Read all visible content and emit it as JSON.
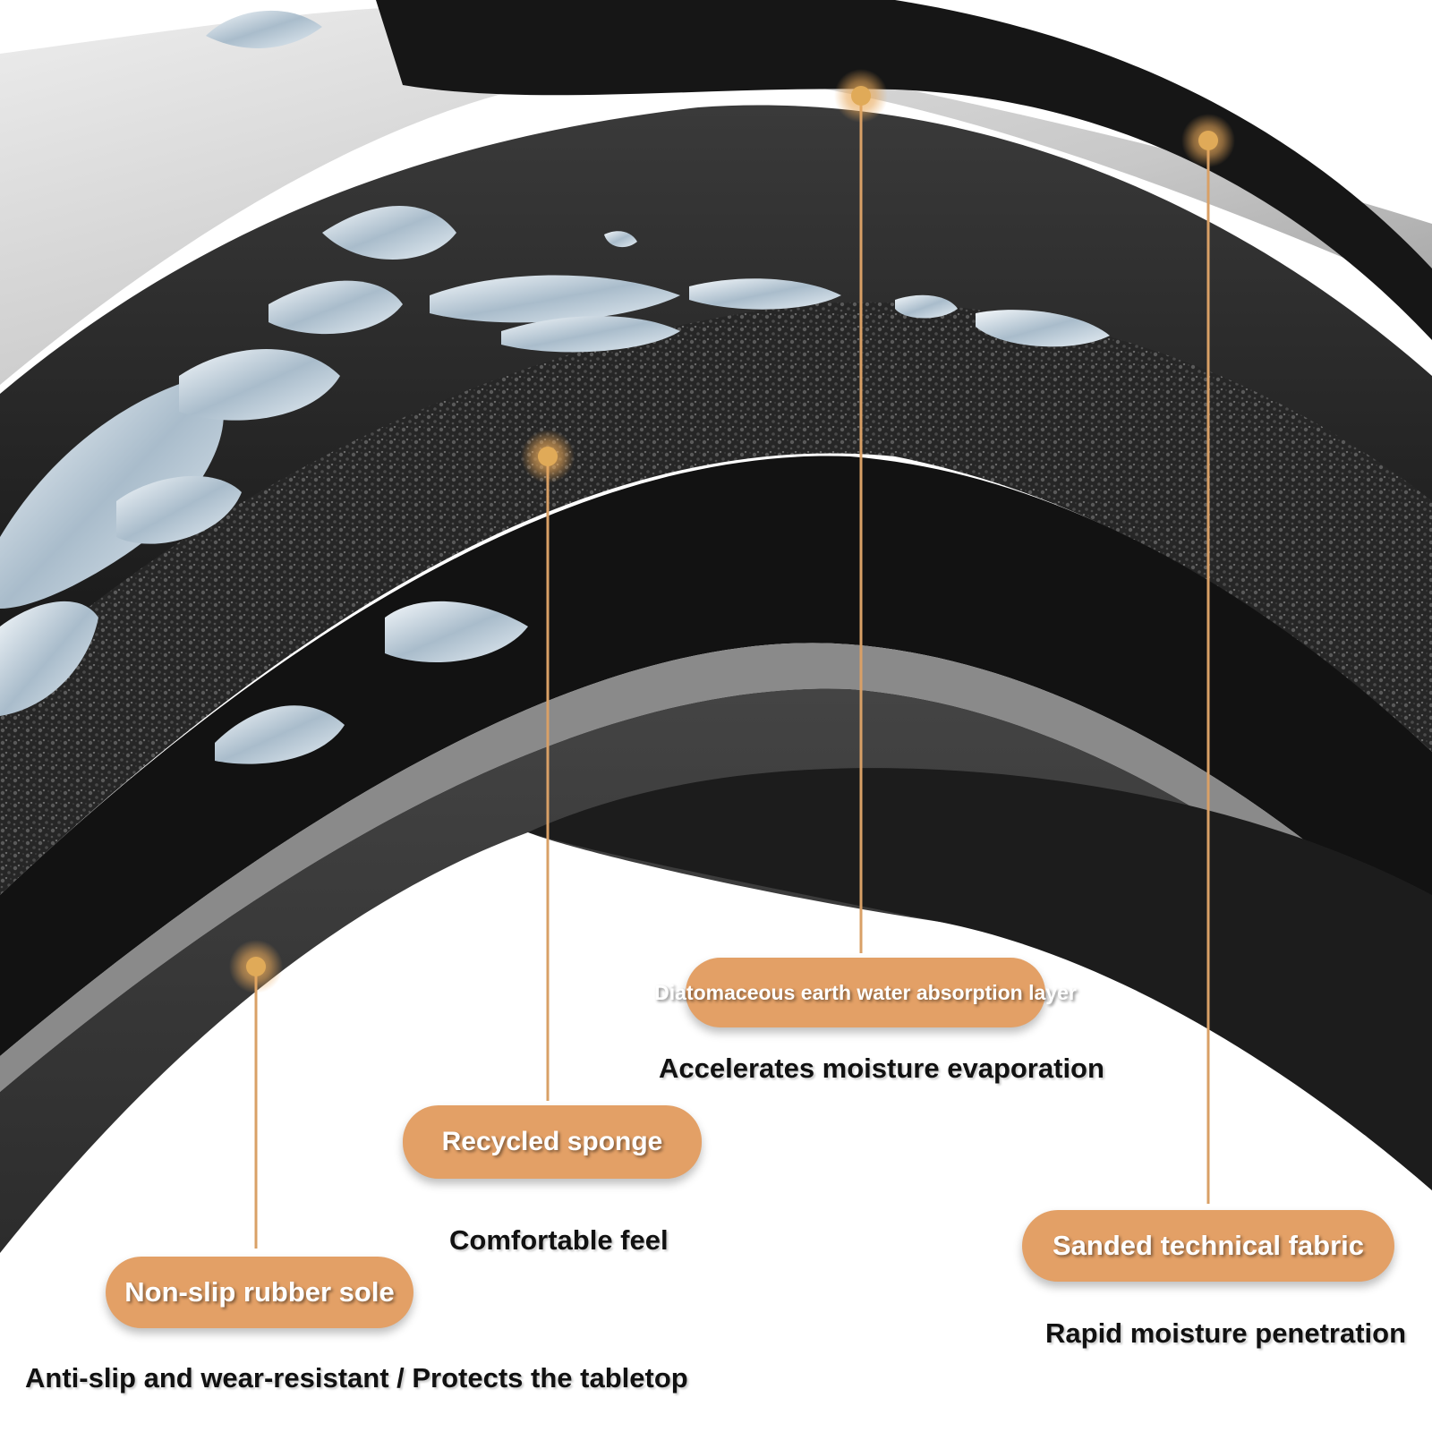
{
  "layers": [
    {
      "name": "Sanded technical fabric",
      "description": "Rapid moisture penetration"
    },
    {
      "name": "Diatomaceous earth water absorption layer",
      "description": "Accelerates moisture evaporation"
    },
    {
      "name": "Recycled sponge",
      "description": "Comfortable feel"
    },
    {
      "name": "Non-slip rubber sole",
      "description": "Anti-slip and wear-resistant / Protects the tabletop"
    }
  ],
  "colors": {
    "pill": "#e3a066",
    "leader": "#d9a066",
    "marker": "#e0aa58",
    "fabric_top": "#d8d8d8",
    "diatom_layer": "#1b1b1b",
    "sponge": "#2a2a2a",
    "rubber_sole": "#3a3a3a"
  }
}
